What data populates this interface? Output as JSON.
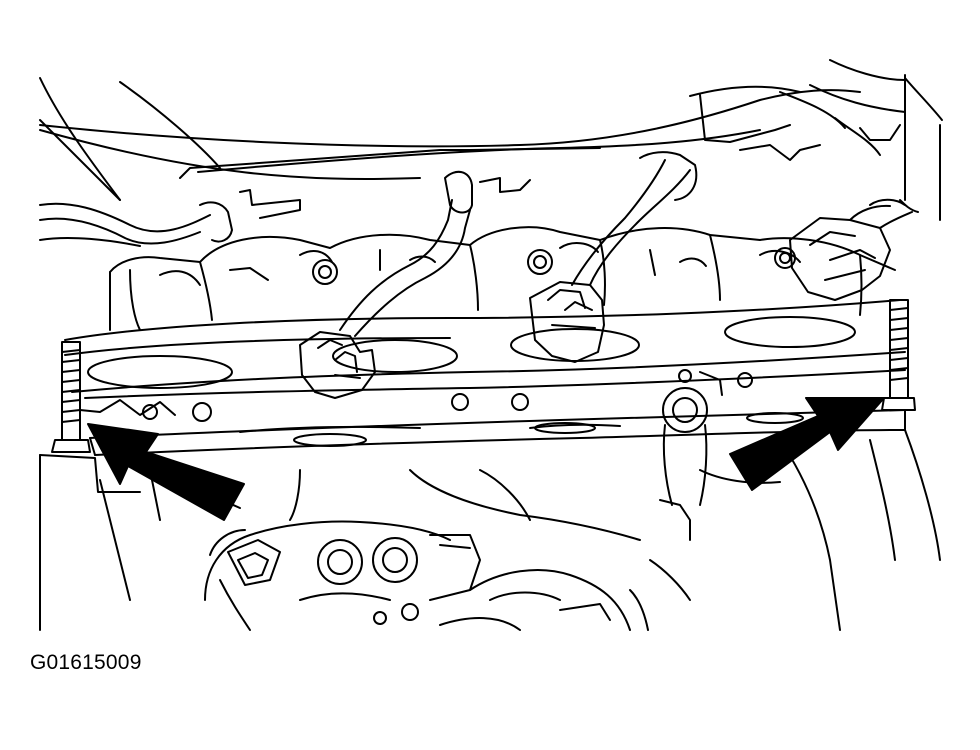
{
  "figure": {
    "code": "G01615009",
    "line_color": "#000000",
    "background": "#ffffff",
    "callouts": [
      "left-stud",
      "right-stud"
    ]
  }
}
